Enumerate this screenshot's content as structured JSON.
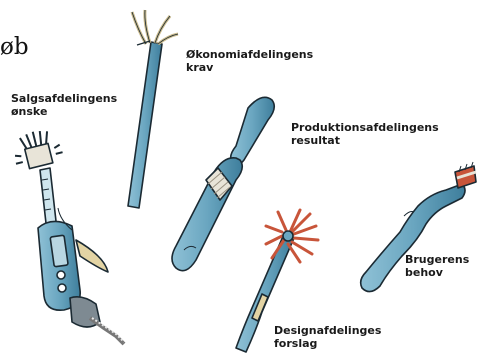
{
  "fragment_text": "øb",
  "labels": {
    "salg": [
      "Salgsafdelingens",
      "ønske"
    ],
    "okonomi": [
      "Økonomiafdelingens",
      "krav"
    ],
    "produktion": [
      "Produktionsafdelingens",
      "resultat"
    ],
    "bruger": [
      "Brugerens",
      "behov"
    ],
    "design": [
      "Designafdelinges",
      "forslag"
    ]
  },
  "colors": {
    "handle": "#6aa6c0",
    "handle_dark": "#3e7e9c",
    "outline": "#1b2a33",
    "bristles_red": "#c8553a",
    "bristles_white": "#e8e4d8",
    "cream": "#e3d4a4"
  }
}
